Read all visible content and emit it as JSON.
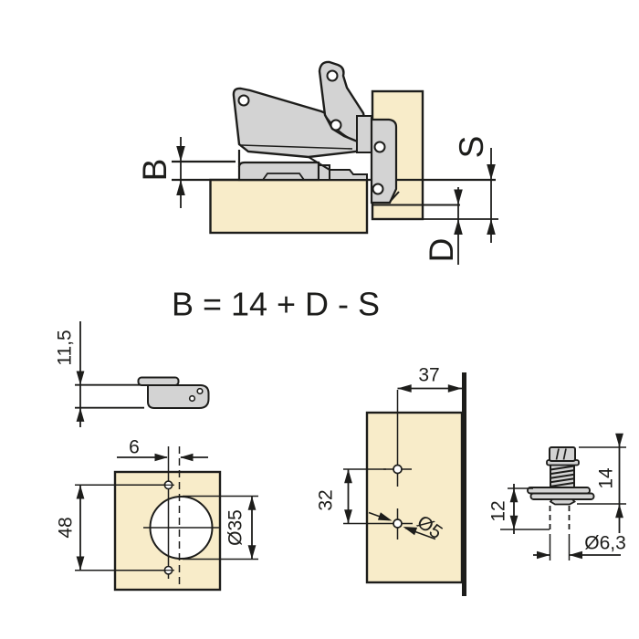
{
  "colors": {
    "panel_wood": "#f8ecc9",
    "metal": "#d3d3d3",
    "outline": "#1d1d1b",
    "background": "#ffffff"
  },
  "formula": {
    "text": "B = 14 + D - S"
  },
  "overlay_view": {
    "dim_b": "B",
    "dim_s": "S",
    "dim_d": "D"
  },
  "side_view": {
    "plate_height": "11,5"
  },
  "drilling_view": {
    "edge_offset": "6",
    "hole_spacing": "48",
    "cup_diameter": "Ø35"
  },
  "plate_view": {
    "edge_distance": "37",
    "hole_spacing": "32",
    "hole_diameter": "Ø5"
  },
  "screw_view": {
    "total_height": "14",
    "dowel_depth": "12",
    "dowel_diameter": "Ø6,3"
  }
}
